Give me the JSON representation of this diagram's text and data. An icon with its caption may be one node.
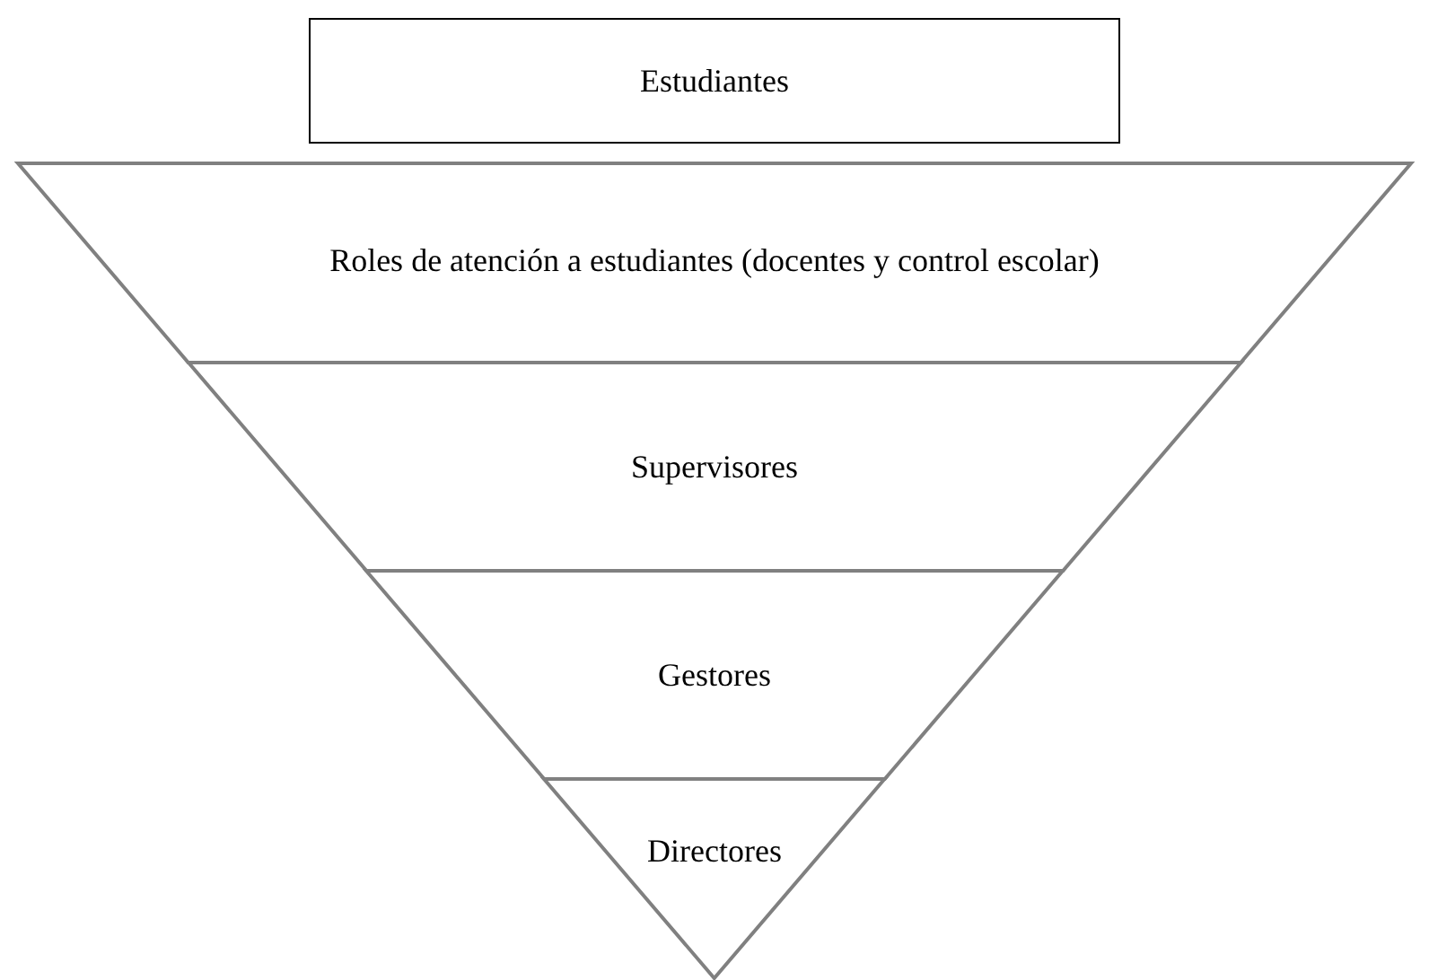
{
  "diagram": {
    "nodes": [
      {
        "text": [
          "Estudiantes"
        ]
      },
      {
        "text": [
          "Roles de atención a estudiantes (docentes y control escolar)"
        ]
      },
      {
        "text": [
          "Supervisores"
        ]
      },
      {
        "text": [
          "Gestores"
        ]
      },
      {
        "text": [
          "Directores"
        ]
      }
    ]
  }
}
